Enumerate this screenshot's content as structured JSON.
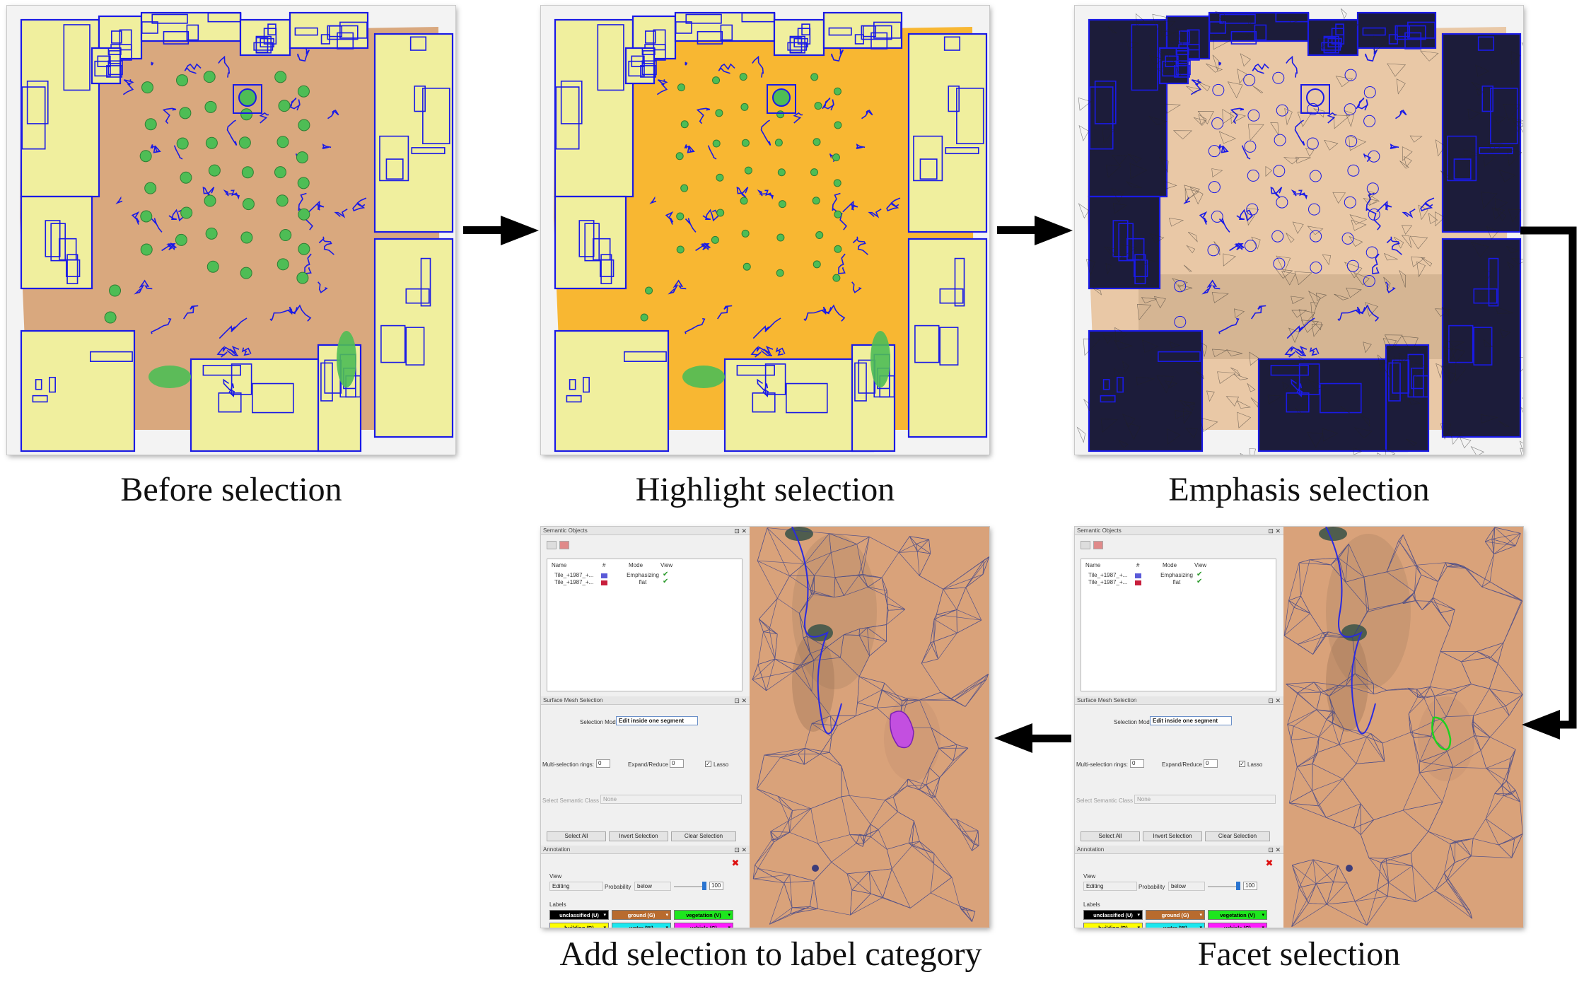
{
  "captions": {
    "before": "Before selection",
    "highlight": "Highlight selection",
    "emphasis": "Emphasis selection",
    "add_label": "Add selection to label category",
    "facet": "Facet selection"
  },
  "colors": {
    "ground": "#d9a87e",
    "ground_highlight": "#f8b732",
    "ground_emphasis": "#e9c8a6",
    "building": "#f0ef9e",
    "segment_border": "#1a1ae6",
    "vegetation": "#4ebd55",
    "arrow": "#000000",
    "lasso_purple": "#c34fe0",
    "lasso_green": "#1fd11f"
  },
  "ui_panel": {
    "objects_dock_title": "Semantic Objects",
    "list_headers": [
      "Name",
      "#",
      "Mode",
      "View"
    ],
    "list_rows": [
      {
        "name": "Tile_+1987_+...",
        "swatch": "#5a5ad8",
        "mode": "Emphasizing",
        "check": "✔"
      },
      {
        "name": "Tile_+1987_+...",
        "swatch": "#c81e3c",
        "mode": "flat",
        "check": "✔"
      }
    ],
    "selection_dock_title": "Surface Mesh Selection",
    "selection_mode_label": "Selection Mode:",
    "selection_mode_value": "Edit inside one segment",
    "multi_selection_label": "Multi-selection rings:",
    "multi_selection_value": "0",
    "expand_reduce_label": "Expand/Reduce",
    "expand_reduce_value": "0",
    "lasso_label": "Lasso",
    "select_semantic_label": "Select Semantic Class",
    "select_semantic_value": "None",
    "select_all": "Select All",
    "invert_selection": "Invert Selection",
    "clear_selection": "Clear Selection",
    "annotation_dock_title": "Annotation",
    "view_label": "View",
    "view_value": "Editing",
    "probability_label": "Probability",
    "probability_value": "below",
    "probability_number": "100",
    "labels_title": "Labels",
    "label_buttons": [
      {
        "text": "unclassified (U)",
        "color": "#000000",
        "fg": "#ffffff"
      },
      {
        "text": "ground (G)",
        "color": "#b86b2e",
        "fg": "#ffffff"
      },
      {
        "text": "vegetation (V)",
        "color": "#1ee61e",
        "fg": "#000000"
      },
      {
        "text": "building (B)",
        "color": "#ffff00",
        "fg": "#000000"
      },
      {
        "text": "water (W)",
        "color": "#19e8ef",
        "fg": "#000000"
      },
      {
        "text": "vehicle (C)",
        "color": "#ff19ff",
        "fg": "#000000"
      }
    ]
  }
}
